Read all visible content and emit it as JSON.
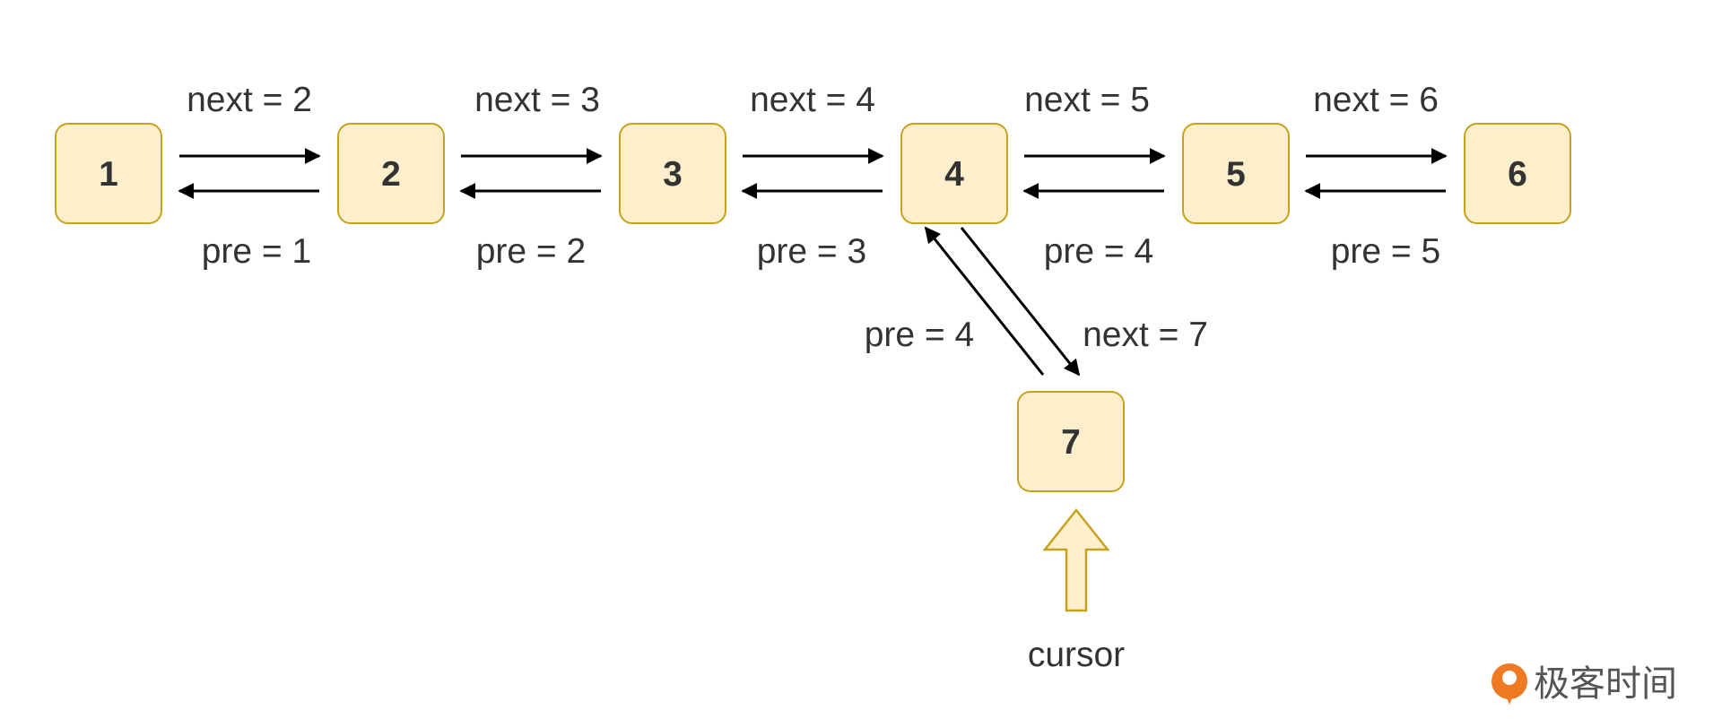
{
  "nodes": [
    "1",
    "2",
    "3",
    "4",
    "5",
    "6",
    "7"
  ],
  "next_labels": [
    "next = 2",
    "next = 3",
    "next = 4",
    "next = 5",
    "next = 6"
  ],
  "pre_labels": [
    "pre = 1",
    "pre = 2",
    "pre = 3",
    "pre = 4",
    "pre = 5"
  ],
  "insert": {
    "pre_label": "pre = 4",
    "next_label": "next = 7"
  },
  "cursor_label": "cursor",
  "brand": "极客时间",
  "colors": {
    "node_fill": "#fdefcc",
    "node_stroke": "#c8a21c",
    "arrow": "#000000",
    "text": "#333333",
    "brand_orange": "#f07a24"
  }
}
